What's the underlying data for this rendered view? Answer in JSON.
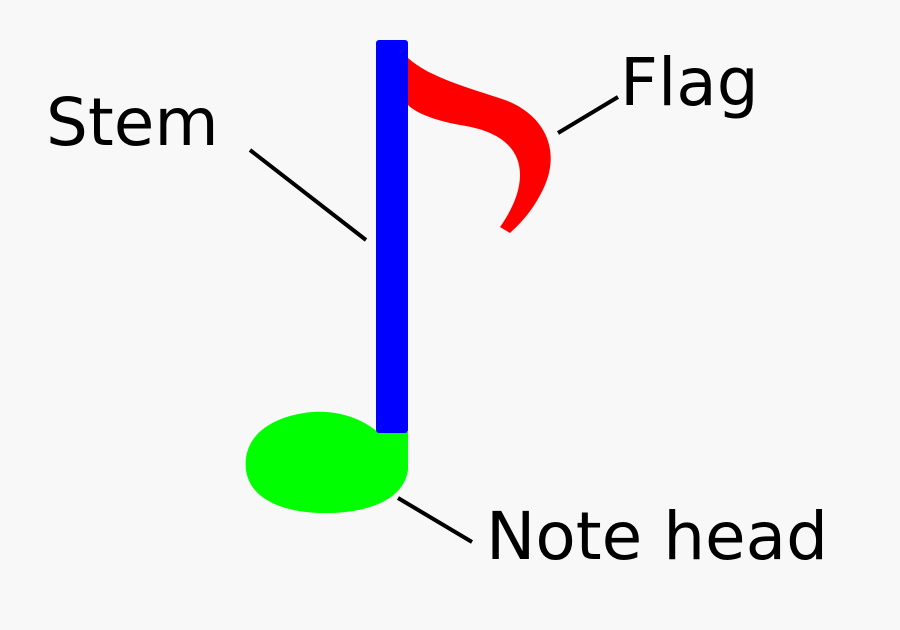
{
  "labels": {
    "stem": "Stem",
    "flag": "Flag",
    "note_head": "Note head"
  },
  "colors": {
    "background": "#f8f8f8",
    "stem": "#0000ff",
    "flag": "#ff0000",
    "note_head": "#00ff00",
    "text": "#000000",
    "leader_line": "#000000"
  }
}
